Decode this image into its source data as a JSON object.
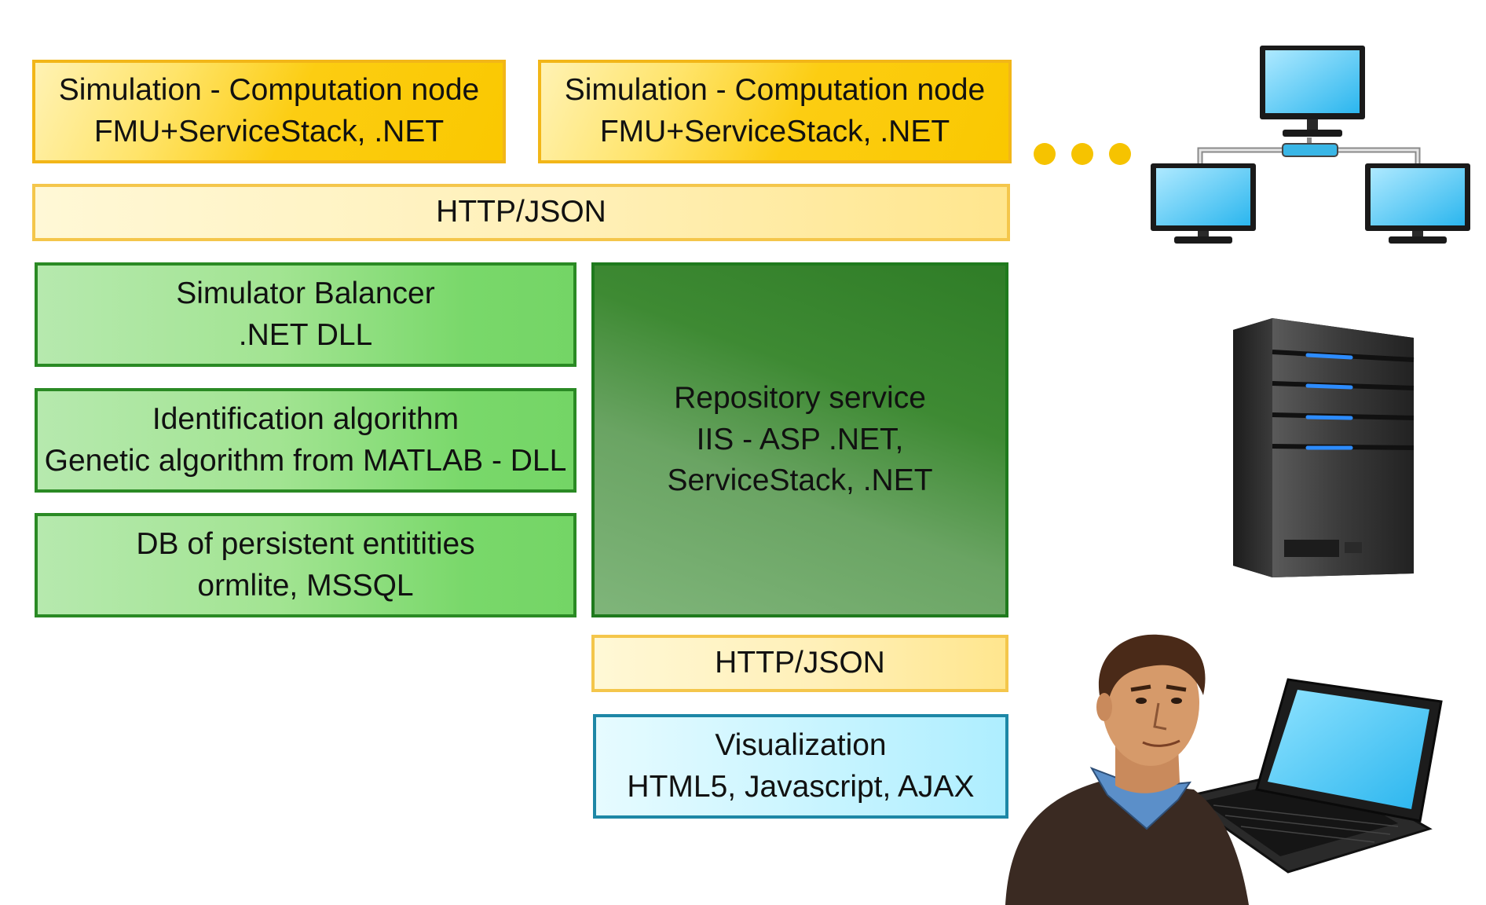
{
  "nodes": {
    "comp_node_1": {
      "line1": "Simulation - Computation node",
      "line2": "FMU+ServiceStack, .NET"
    },
    "comp_node_2": {
      "line1": "Simulation - Computation node",
      "line2": "FMU+ServiceStack, .NET"
    },
    "http_top": {
      "label": "HTTP/JSON"
    },
    "simulator_balancer": {
      "line1": "Simulator Balancer",
      "line2": ".NET DLL"
    },
    "identification": {
      "line1": "Identification algorithm",
      "line2": "Genetic algorithm from MATLAB - DLL"
    },
    "db": {
      "line1": "DB of persistent entitities",
      "line2": "ormlite, MSSQL"
    },
    "repository": {
      "line1": "Repository service",
      "line2": "IIS - ASP .NET,",
      "line3": "ServiceStack, .NET"
    },
    "http_bottom": {
      "label": "HTTP/JSON"
    },
    "visualization": {
      "line1": "Visualization",
      "line2": "HTML5, Javascript, AJAX"
    }
  },
  "icons": [
    "ellipsis-dots-icon",
    "network-computers-icon",
    "server-tower-icon",
    "user-with-laptop-icon"
  ],
  "colors": {
    "computation_node": "#fac800",
    "http_band": "#fff0b8",
    "component_green": "#79d86a",
    "repository_green": "#3e8a33",
    "visualization_blue": "#cbf5ff",
    "screen_blue": "#3cc4f4"
  }
}
